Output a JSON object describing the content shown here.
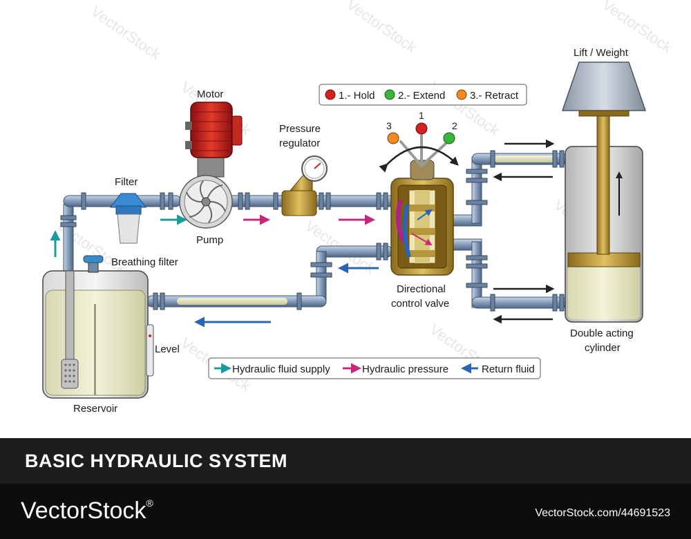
{
  "diagram": {
    "labels": {
      "motor": "Motor",
      "filter": "Filter",
      "pump": "Pump",
      "pressure_regulator_1": "Pressure",
      "pressure_regulator_2": "regulator",
      "breathing_filter": "Breathing filter",
      "level": "Level",
      "reservoir": "Reservoir",
      "dcv_1": "Directional",
      "dcv_2": "control valve",
      "lift_weight": "Lift / Weight",
      "cylinder_1": "Double acting",
      "cylinder_2": "cylinder"
    },
    "lever_positions": [
      "1",
      "2",
      "3"
    ],
    "legend_positions": [
      {
        "label": "1.- Hold",
        "color": "#d62020"
      },
      {
        "label": "2.- Extend",
        "color": "#3cb43c"
      },
      {
        "label": "3.- Retract",
        "color": "#f08c1e"
      }
    ],
    "legend_flow": [
      {
        "label": "Hydraulic fluid supply",
        "color": "#1a9c9c"
      },
      {
        "label": "Hydraulic pressure",
        "color": "#c8287a"
      },
      {
        "label": "Return fluid",
        "color": "#2a64b4"
      }
    ],
    "watermark": "VectorStock"
  },
  "title": "BASIC HYDRAULIC SYSTEM",
  "footer": {
    "brand": "VectorStock",
    "registered": "®",
    "image_id": "VectorStock.com/44691523"
  }
}
